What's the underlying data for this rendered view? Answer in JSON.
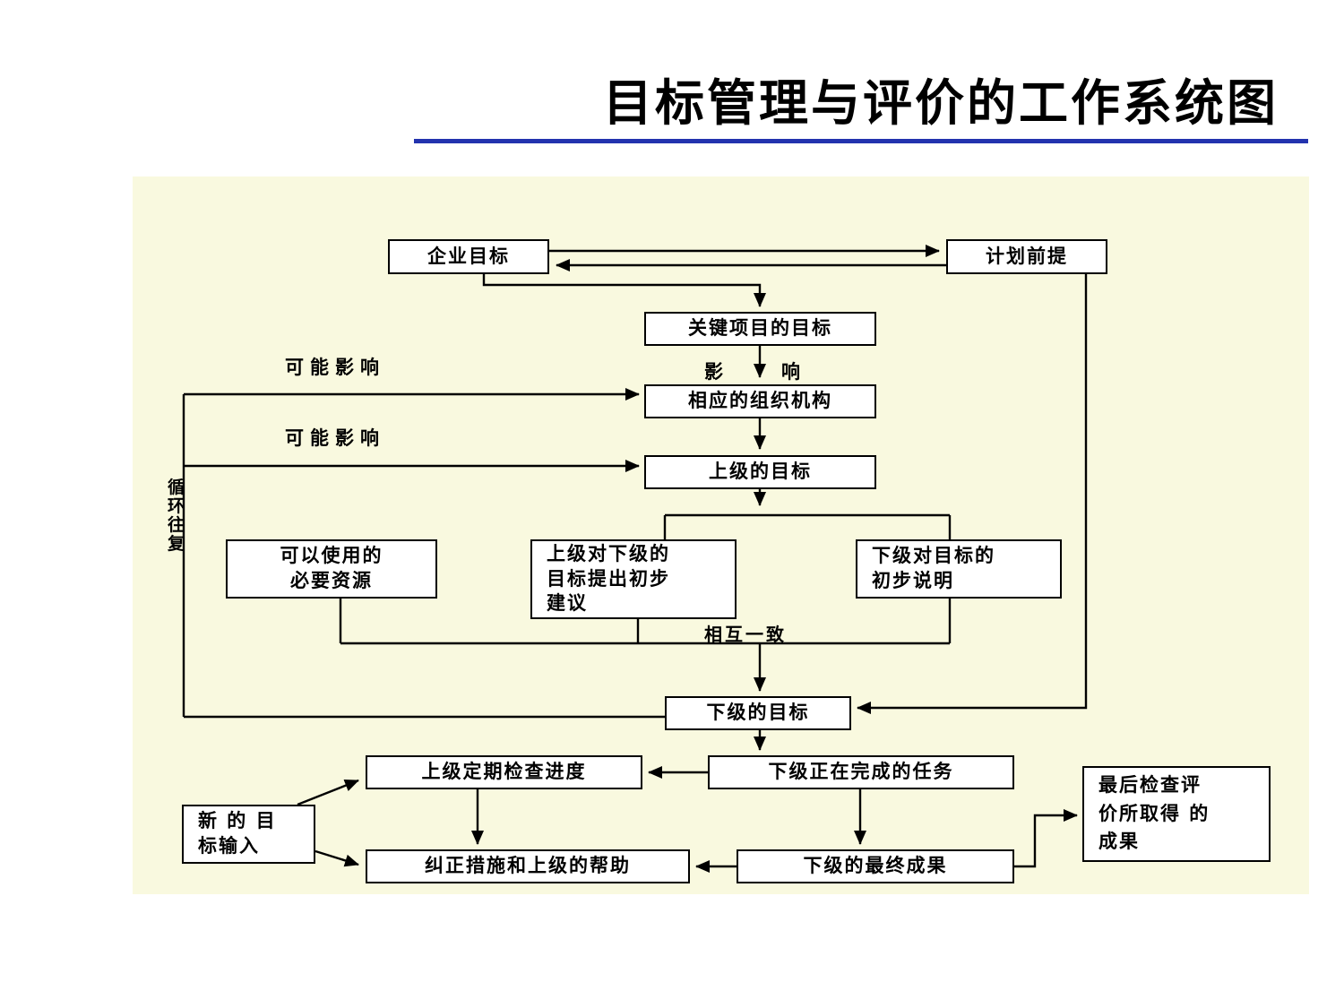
{
  "title": "目标管理与评价的工作系统图",
  "colors": {
    "underline_blue": "#2333ae",
    "panel_background": "#f9f9df",
    "box_fill": "#ffffff",
    "line_black": "#000000"
  },
  "nodes": {
    "enterprise_goal": {
      "label": "企业目标"
    },
    "planning_premise": {
      "label": "计划前提"
    },
    "key_project_goals": {
      "label": "关键项目的目标"
    },
    "org_structure": {
      "label": "相应的组织机构"
    },
    "superior_goals": {
      "label": "上级的目标"
    },
    "available_resources": {
      "label": "可以使用的\n必要资源"
    },
    "superior_suggestions": {
      "label": "上级对下级的\n目标提出初步\n建议"
    },
    "subordinate_statement": {
      "label": "下级对目标的\n初步说明"
    },
    "subordinate_goals": {
      "label": "下级的目标"
    },
    "periodic_check": {
      "label": "上级定期检查进度"
    },
    "ongoing_tasks": {
      "label": "下级正在完成的任务"
    },
    "new_goal_input": {
      "label": "新 的 目\n标输入"
    },
    "corrective_measures": {
      "label": "纠正措施和上级的帮助"
    },
    "final_results": {
      "label": "下级的最终成果"
    },
    "final_review": {
      "label": "最后检查评\n价所取得 的\n成果"
    }
  },
  "labels": {
    "possible_influence_1": "可能影响",
    "possible_influence_2": "可能影响",
    "influence_char_left": "影",
    "influence_char_right": "响",
    "mutual_consistency": "相互一致",
    "cycle_repeat": "循\n环\n往\n复"
  }
}
